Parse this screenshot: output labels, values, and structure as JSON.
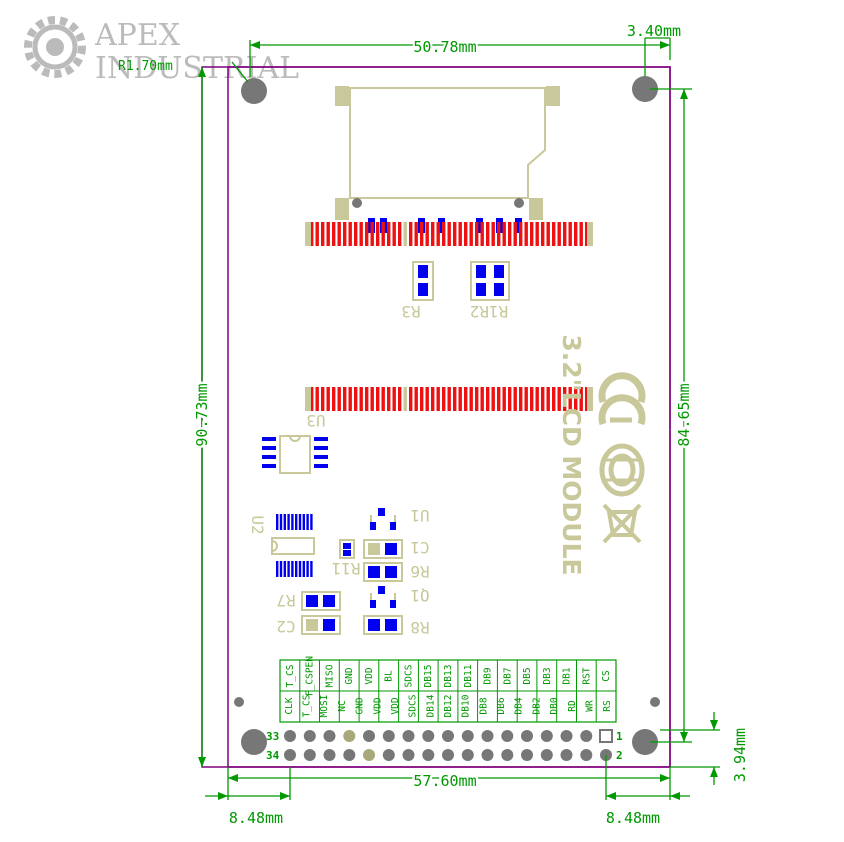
{
  "watermark": {
    "line1": "APEX",
    "line2": "INDUSTRIAL"
  },
  "dimensions": {
    "top_width": "50.78mm",
    "top_right_offset": "3.40mm",
    "corner_note": "R1.70mm",
    "left_height": "90.73mm",
    "right_height": "84.65mm",
    "bottom_width": "57.60mm",
    "bottom_left_offset": "8.48mm",
    "bottom_right_offset": "8.48mm",
    "bottom_right_height": "3.94mm"
  },
  "components": {
    "r3": "R3",
    "r1r2": "R1R2",
    "u3": "U3",
    "u2": "U2",
    "u1": "U1",
    "c1": "C1",
    "r6": "R6",
    "q1": "Q1",
    "r8": "R8",
    "r7": "R7",
    "c2": "C2",
    "r11": "R11"
  },
  "module_title": "3.2\"LCD MODULE",
  "pin_labels_top": [
    "T_CS",
    "F_CSPEN",
    "MISO",
    "GND",
    "VDD",
    "BL",
    "SDCS",
    "DB15",
    "DB13",
    "DB11",
    "DB9",
    "DB7",
    "DB5",
    "DB3",
    "DB1",
    "RST",
    "CS"
  ],
  "pin_labels_bottom": [
    "CLK",
    "T_CS",
    "MOSI",
    "NC",
    "GND",
    "VDD",
    "VDD",
    "SDCS",
    "DB14",
    "DB12",
    "DB10",
    "DB8",
    "DB6",
    "DB4",
    "DB2",
    "DB0",
    "RD",
    "WR",
    "RS"
  ],
  "pin_numbers": {
    "top_left": "33",
    "bottom_left": "34",
    "top_right": "1",
    "bottom_right": "2"
  },
  "colors": {
    "board_outline": "#800080",
    "dimension": "#009900",
    "silkscreen": "#c8c89a",
    "pad_blue": "#0000ee",
    "pin_red": "#ee1111",
    "hole": "#777777",
    "logo": "#bbbbbb"
  }
}
